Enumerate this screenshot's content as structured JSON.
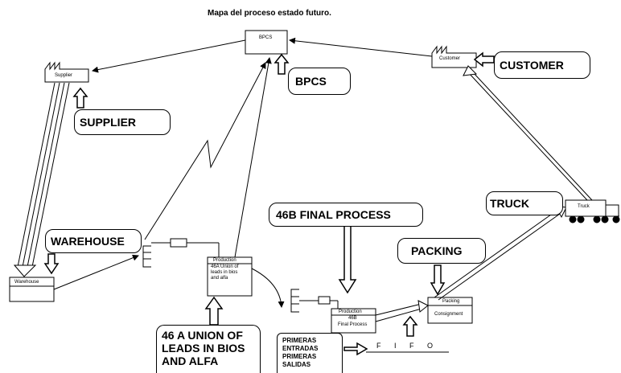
{
  "title": "Mapa del proceso estado futuro.",
  "nodes": {
    "bpcs": "BPCS",
    "supplier": "Supplier",
    "customer": "Customer",
    "warehouse": "Warehouse",
    "production_46a": {
      "title": "Production",
      "description": "46A Union of leads in bios and alfa"
    },
    "production_46b": {
      "title": "Production",
      "code": "46B",
      "name": "Final Process"
    },
    "packing": {
      "title": "Packing",
      "subtitle": "Consignment"
    },
    "truck": "Truck"
  },
  "fifo": "F I F O",
  "callouts": {
    "supplier": "SUPPLIER",
    "bpcs": "BPCS",
    "customer": "CUSTOMER",
    "truck": "TRUCK",
    "warehouse": "WAREHOUSE",
    "final_process": "46B  FINAL PROCESS",
    "packing": "PACKING",
    "union_lines": [
      "46 A UNION OF",
      "LEADS IN BIOS",
      "AND ALFA"
    ],
    "fifo_lines": [
      "PRIMERAS",
      "ENTRADAS",
      "PRIMERAS",
      "SALIDAS"
    ]
  }
}
